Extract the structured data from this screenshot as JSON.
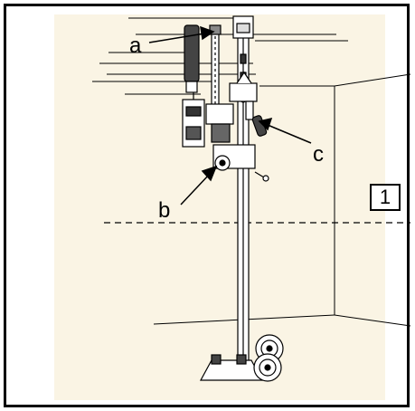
{
  "callouts": {
    "a": "a",
    "b": "b",
    "c": "c"
  },
  "reference_box": "1",
  "colors": {
    "background": "#faf4e4",
    "lines": "#000000"
  }
}
